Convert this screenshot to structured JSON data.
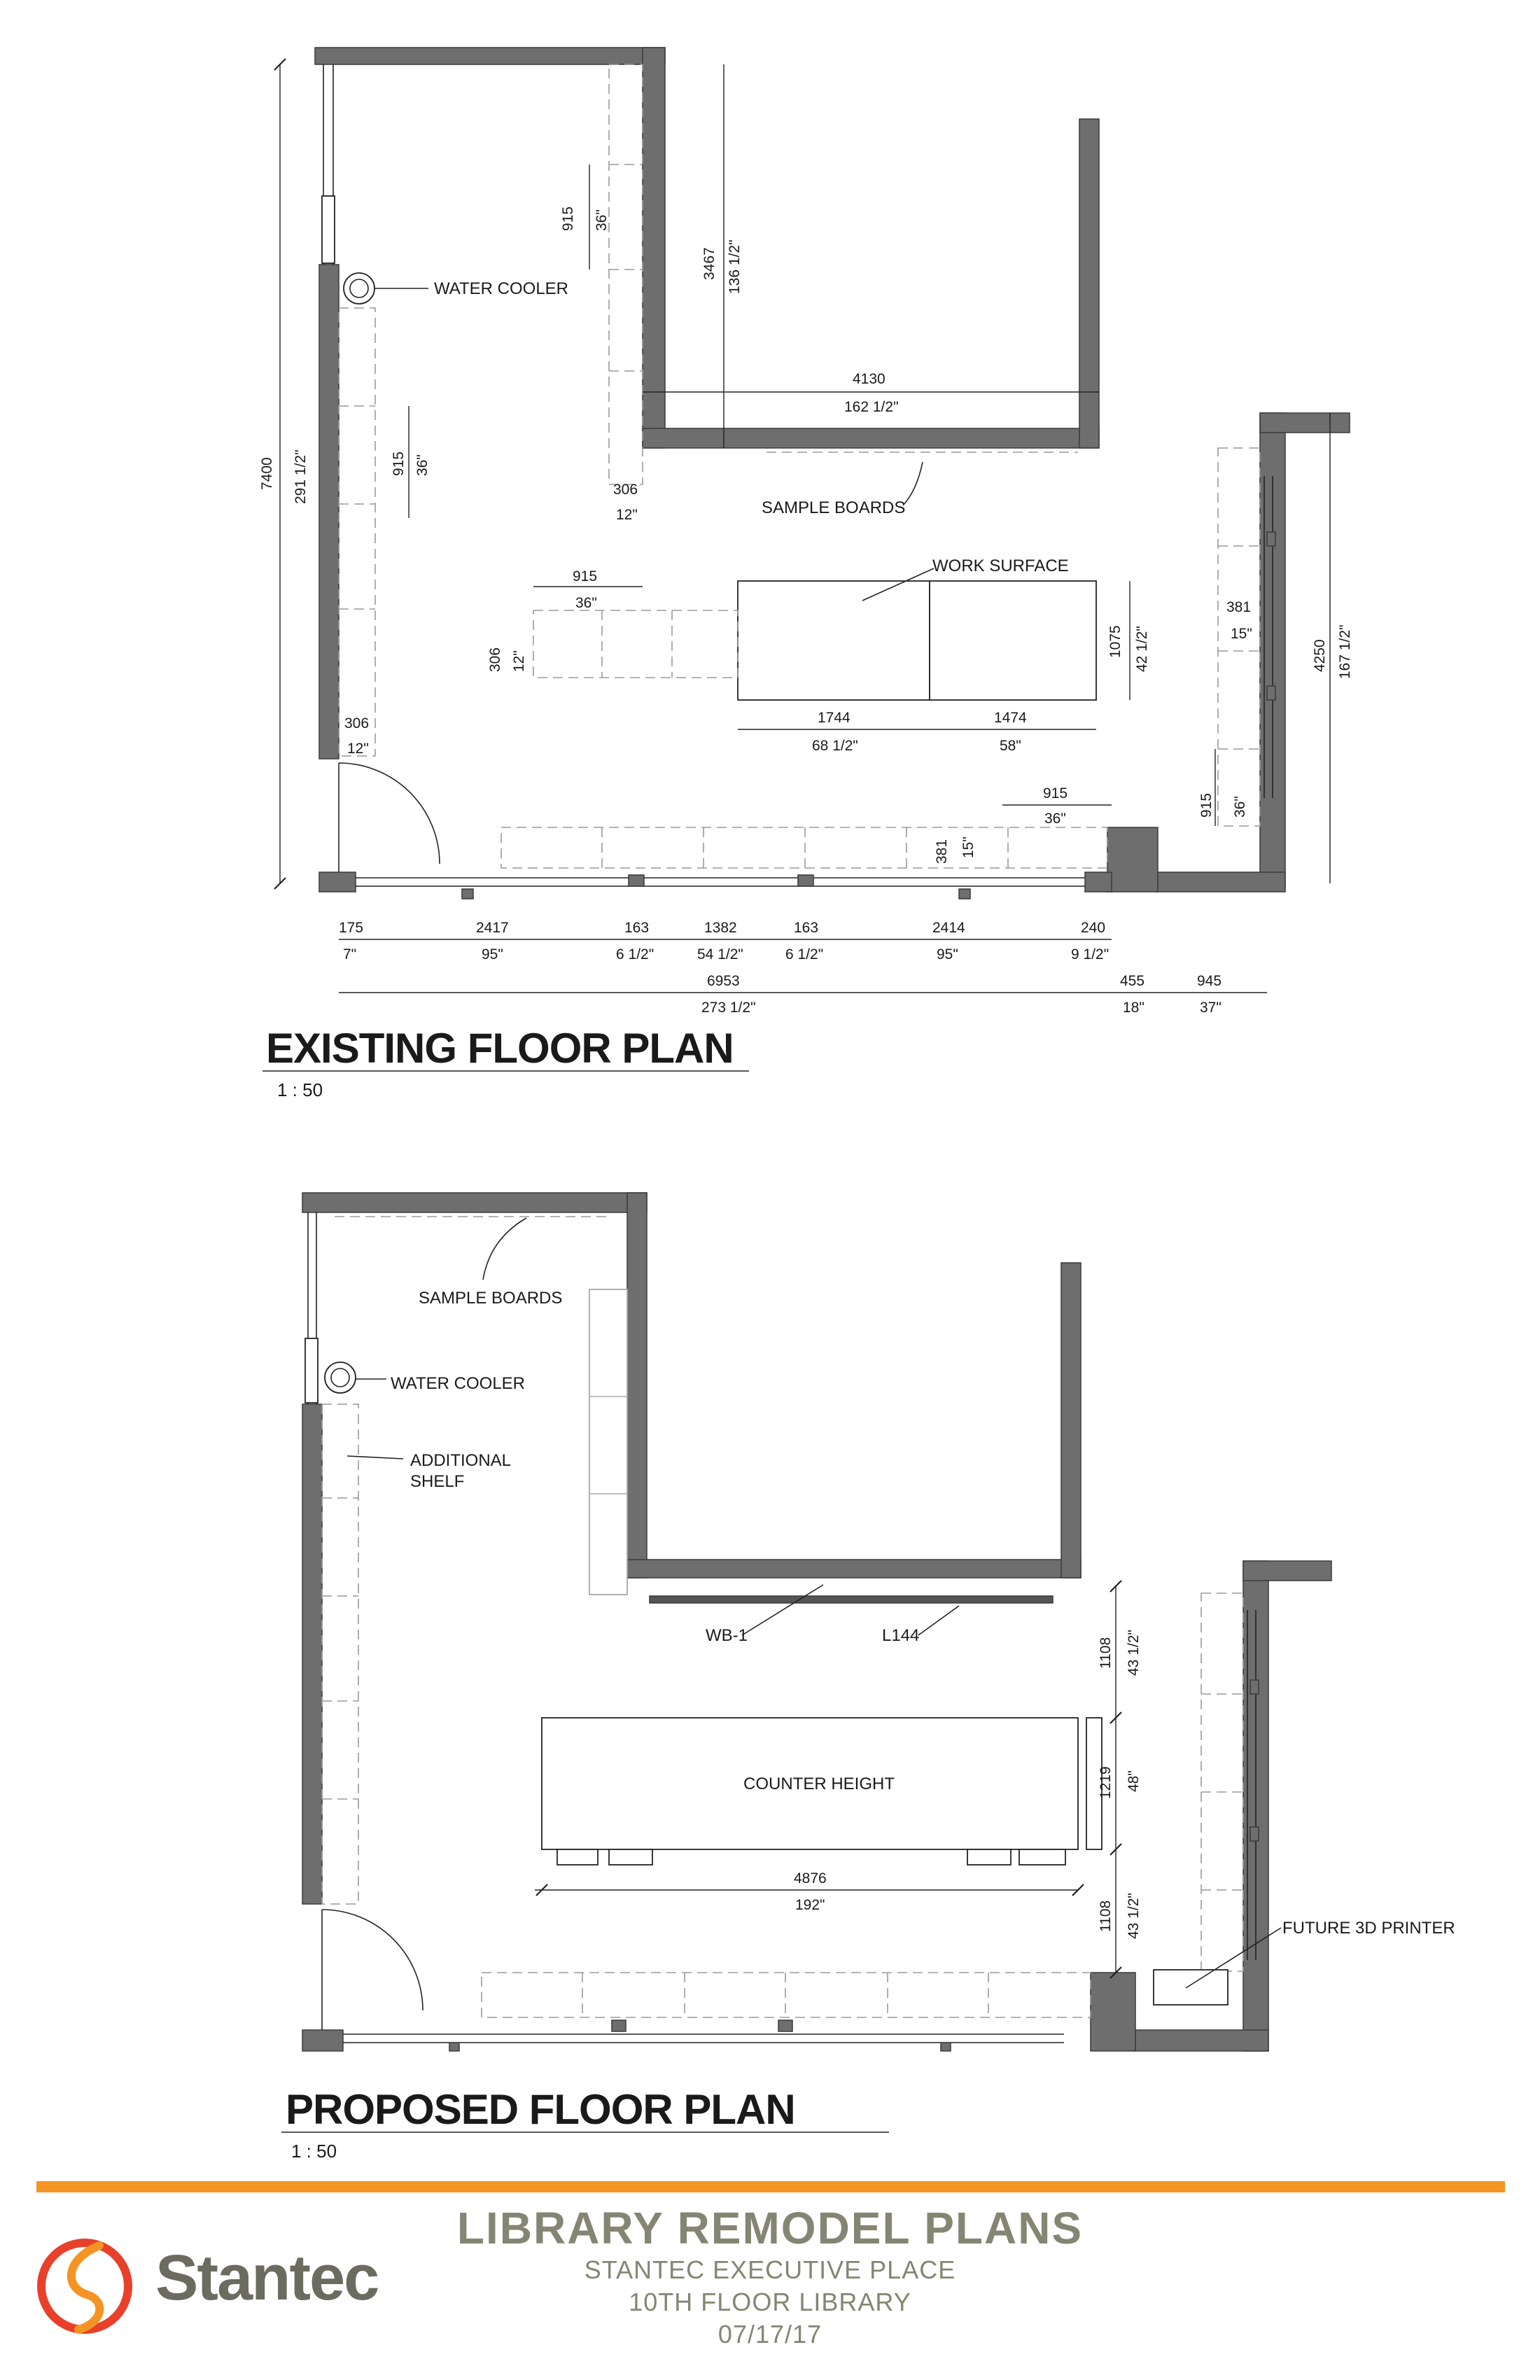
{
  "existing": {
    "title": "EXISTING FLOOR PLAN",
    "scale": "1 : 50",
    "labels": {
      "water_cooler": "WATER COOLER",
      "sample_boards": "SAMPLE BOARDS",
      "work_surface": "WORK SURFACE"
    },
    "dims": {
      "height_mm": "7400",
      "height_in": "291 1/2\"",
      "shelf_mm": "915",
      "shelf_in": "36\"",
      "wall_depth_mm": "3467",
      "wall_depth_in": "136 1/2\"",
      "wall_len_mm": "4130",
      "wall_len_in": "162 1/2\"",
      "small_mm": "306",
      "small_in": "12\"",
      "right_mm": "4250",
      "right_in": "167 1/2\"",
      "ws_height_mm": "1075",
      "ws_height_in": "42 1/2\"",
      "ws_a_mm": "1744",
      "ws_a_in": "68 1/2\"",
      "ws_b_mm": "1474",
      "ws_b_in": "58\"",
      "r381_mm": "381",
      "r381_in": "15\"",
      "b175_mm": "175",
      "b175_in": "7\"",
      "b2417_mm": "2417",
      "b2417_in": "95\"",
      "b163_mm": "163",
      "b163_in": "6 1/2\"",
      "b1382_mm": "1382",
      "b1382_in": "54 1/2\"",
      "b2414_mm": "2414",
      "b2414_in": "95\"",
      "b240_mm": "240",
      "b240_in": "9 1/2\"",
      "total_mm": "6953",
      "total_in": "273 1/2\"",
      "b455_mm": "455",
      "b455_in": "18\"",
      "b945_mm": "945",
      "b945_in": "37\""
    }
  },
  "proposed": {
    "title": "PROPOSED FLOOR PLAN",
    "scale": "1 : 50",
    "labels": {
      "sample_boards": "SAMPLE BOARDS",
      "water_cooler": "WATER COOLER",
      "additional_shelf_1": "ADDITIONAL",
      "additional_shelf_2": "SHELF",
      "wb1": "WB-1",
      "l144": "L144",
      "counter_height": "COUNTER HEIGHT",
      "future_printer": "FUTURE 3D PRINTER"
    },
    "dims": {
      "top_mm": "1108",
      "top_in": "43 1/2\"",
      "mid_mm": "1219",
      "mid_in": "48\"",
      "bot_mm": "1108",
      "bot_in": "43 1/2\"",
      "len_mm": "4876",
      "len_in": "192\""
    }
  },
  "titleblock": {
    "title": "LIBRARY REMODEL PLANS",
    "line1": "STANTEC EXECUTIVE PLACE",
    "line2": "10TH FLOOR LIBRARY",
    "date": "07/17/17",
    "brand": "Stantec",
    "colors": {
      "accent": "#f49425",
      "logo_red": "#e8402a",
      "text": "#858573"
    }
  }
}
